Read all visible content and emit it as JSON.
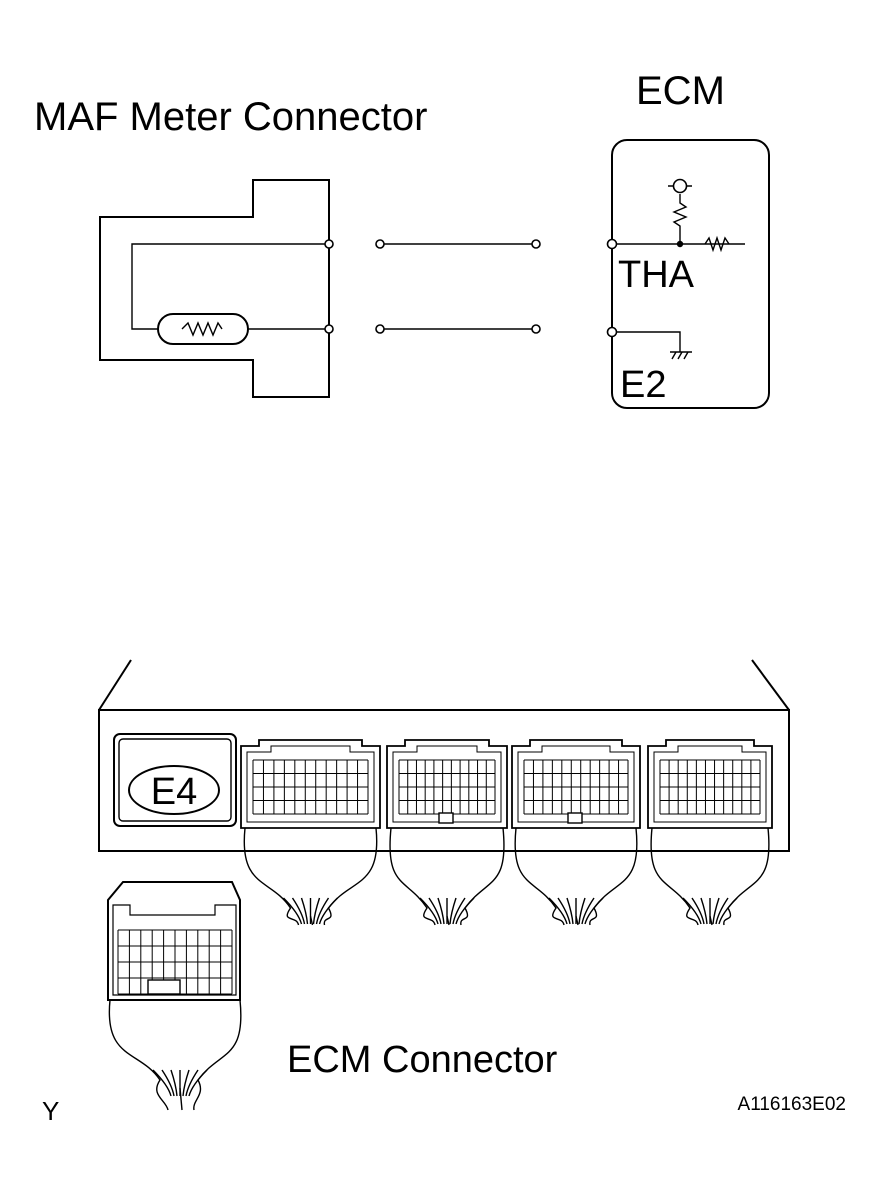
{
  "labels": {
    "maf_title": "MAF Meter Connector",
    "ecm_title": "ECM",
    "tha": "THA",
    "e2": "E2",
    "connector_code": "E4",
    "ecm_connector": "ECM Connector",
    "corner_mark": "Y",
    "figure_id": "A116163E02"
  }
}
